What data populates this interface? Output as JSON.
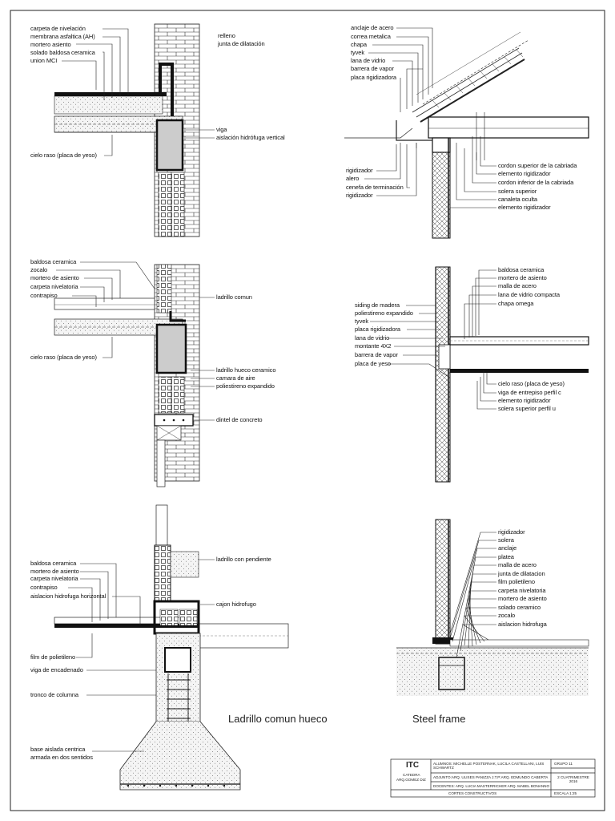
{
  "detail_1": {
    "labels": [
      "carpeta de nivelación",
      "membrana asfaltica (AH)",
      "mortero asiento",
      "solado baldosa ceramica",
      "union MCI",
      "relleno",
      "junta de dilatación",
      "viga",
      "aislación hidrófuga vertical",
      "cielo raso (placa de yeso)"
    ]
  },
  "detail_2": {
    "labels": [
      "anclaje de acero",
      "correa metalica",
      "chapa",
      "tyvek",
      "lana de vidrio",
      "barrera de vapor",
      "placa rigidizadora",
      "cordon superior de la cabriada",
      "elemento rigidizador",
      "cordon inferior de la cabriada",
      "solera superior",
      "canaleta oculta",
      "elemento rigidizador",
      "rigidizador",
      "alero",
      "cenefa de terminación",
      "rigidizador"
    ]
  },
  "detail_3": {
    "labels": [
      "baldosa ceramica",
      "zocalo",
      "mortero de asiento",
      "carpeta nivelatoria",
      "contrapiso",
      "ladrillo comun",
      "cielo raso (placa de yeso)",
      "ladrillo hueco ceramico",
      "camara de aire",
      "poliestireno expandido",
      "dintel de concreto"
    ]
  },
  "detail_4": {
    "labels": [
      "baldosa ceramica",
      "mortero de asiento",
      "malla de acero",
      "lana de vidrio compacta",
      "chapa omega",
      "siding de madera",
      "poliestireno expandido",
      "tyvek",
      "placa rigidizadora",
      "lana de vidrio",
      "montante 4X2",
      "barrera de vapor",
      "placa de yeso",
      "cielo raso (placa de yeso)",
      "viga de entrepiso perfil c",
      "elemento rigidizador",
      "solera superior perfil u"
    ]
  },
  "detail_5": {
    "labels": [
      "ladrillo con pendiente",
      "baldosa ceramica",
      "mortero de asiento",
      "carpeta nivelatoria",
      "contrapiso",
      "aislacion hidrofuga horizontal",
      "cajon hidrofugo",
      "film de polietileno",
      "viga de encadenado",
      "tronco de columna",
      "base aislada centrica",
      "armada en dos sentidos"
    ]
  },
  "detail_6": {
    "labels": [
      "rigidizador",
      "solera",
      "anclaje",
      "platea",
      "malla de acero",
      "junta de dilatacion",
      "film polietileno",
      "carpeta nivelatoria",
      "mortero de asiento",
      "solado ceramico",
      "zocalo",
      "aislacion hidrofuga"
    ]
  },
  "captions": {
    "left": "Ladrillo comun hueco",
    "right": "Steel frame"
  },
  "title_block": {
    "logo": "ITC",
    "catedra": "CATEDRA",
    "professor": "ARQ.GOMEZ DIZ",
    "alumnos": "ALUMNOS: MICHELLE POSTERNAK, LUCILA CASTELLANI, LUIS SCHWARTZ",
    "adjuntos": "ADJUNTO:ARQ. ULISES PANIZZA J.T.P:ARQ. EDMUNDO CABERTA",
    "docentes": "DOCENTES: ARQ. LUCIA MASTERRICHER ARQ. MABEL BONANNO",
    "sheet_title": "CORTES CONSTRUCTIVOS",
    "grupo": "GRUPO 11",
    "term": "2 CUATRIMESTRE 2016",
    "scale": "ESCALA 1:25"
  },
  "colors": {
    "ink": "#111111",
    "paper": "#ffffff",
    "concrete_fill": "#d8d8d8",
    "insulation_fill": "#e6e6e6"
  }
}
